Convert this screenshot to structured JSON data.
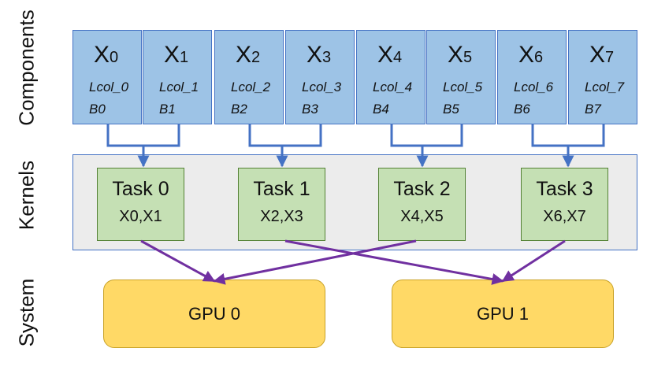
{
  "rows": {
    "components": "Components",
    "kernels": "Kernels",
    "system": "System"
  },
  "components": [
    {
      "x": "X",
      "sub": "0",
      "lcol": "Lcol_0",
      "b": "B0"
    },
    {
      "x": "X",
      "sub": "1",
      "lcol": "Lcol_1",
      "b": "B1"
    },
    {
      "x": "X",
      "sub": "2",
      "lcol": "Lcol_2",
      "b": "B2"
    },
    {
      "x": "X",
      "sub": "3",
      "lcol": "Lcol_3",
      "b": "B3"
    },
    {
      "x": "X",
      "sub": "4",
      "lcol": "Lcol_4",
      "b": "B4"
    },
    {
      "x": "X",
      "sub": "5",
      "lcol": "Lcol_5",
      "b": "B5"
    },
    {
      "x": "X",
      "sub": "6",
      "lcol": "Lcol_6",
      "b": "B6"
    },
    {
      "x": "X",
      "sub": "7",
      "lcol": "Lcol_7",
      "b": "B7"
    }
  ],
  "tasks": [
    {
      "name": "Task 0",
      "xs": "X0,X1"
    },
    {
      "name": "Task 1",
      "xs": "X2,X3"
    },
    {
      "name": "Task 2",
      "xs": "X4,X5"
    },
    {
      "name": "Task 3",
      "xs": "X6,X7"
    }
  ],
  "gpus": [
    {
      "name": "GPU 0"
    },
    {
      "name": "GPU 1"
    }
  ],
  "colors": {
    "component_fill": "#9dc3e6",
    "component_border": "#4472c4",
    "task_fill": "#c5e0b4",
    "task_border": "#548235",
    "kernel_panel_fill": "#ececec",
    "gpu_fill": "#ffd966",
    "connector_blue": "#4472c4",
    "connector_purple": "#7030a0"
  }
}
